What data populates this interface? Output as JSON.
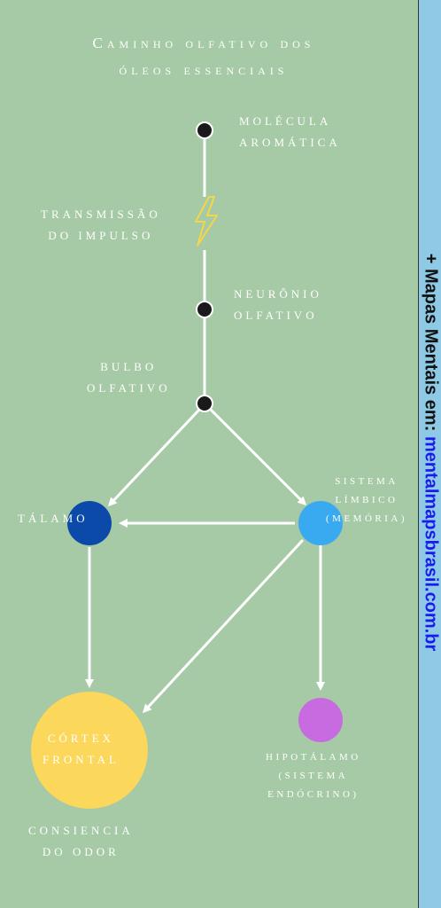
{
  "title": {
    "line1": "Caminho olfativo dos",
    "line2": "óleos essenciais"
  },
  "nodes": {
    "molecula": {
      "line1": "Molécula",
      "line2": "Aromática"
    },
    "transmissao": {
      "line1": "Transmissão",
      "line2": "do Impulso"
    },
    "neuronio": {
      "line1": "Neurônio",
      "line2": "Olfativo"
    },
    "bulbo": {
      "line1": "Bulbo",
      "line2": "Olfativo"
    },
    "talamo": {
      "line1": "Tálamo"
    },
    "sistema_limbico": {
      "line1": "Sistema",
      "line2": "Límbico",
      "line3": "(memória)"
    },
    "cortex": {
      "line1": "Córtex",
      "line2": "Frontal"
    },
    "hipotalamo": {
      "line1": "Hipotálamo",
      "line2": "(sistema",
      "line3": "endócrino)"
    },
    "consciencia": {
      "line1": "Consiencia",
      "line2": "do odor"
    }
  },
  "side_banner": {
    "prefix": "+ Mapas Mentais em: ",
    "url": "mentalmapsbrasil.com.br"
  },
  "colors": {
    "background": "#a6c9a6",
    "banner": "#8ecae6",
    "talamo": "#0b4aa8",
    "limbico": "#3aaaf0",
    "cortex": "#fbd75b",
    "hipotalamo": "#c86ae0",
    "bolt": "#f4d64a"
  },
  "icons": {
    "transmissao": "lightning-bolt-icon"
  }
}
